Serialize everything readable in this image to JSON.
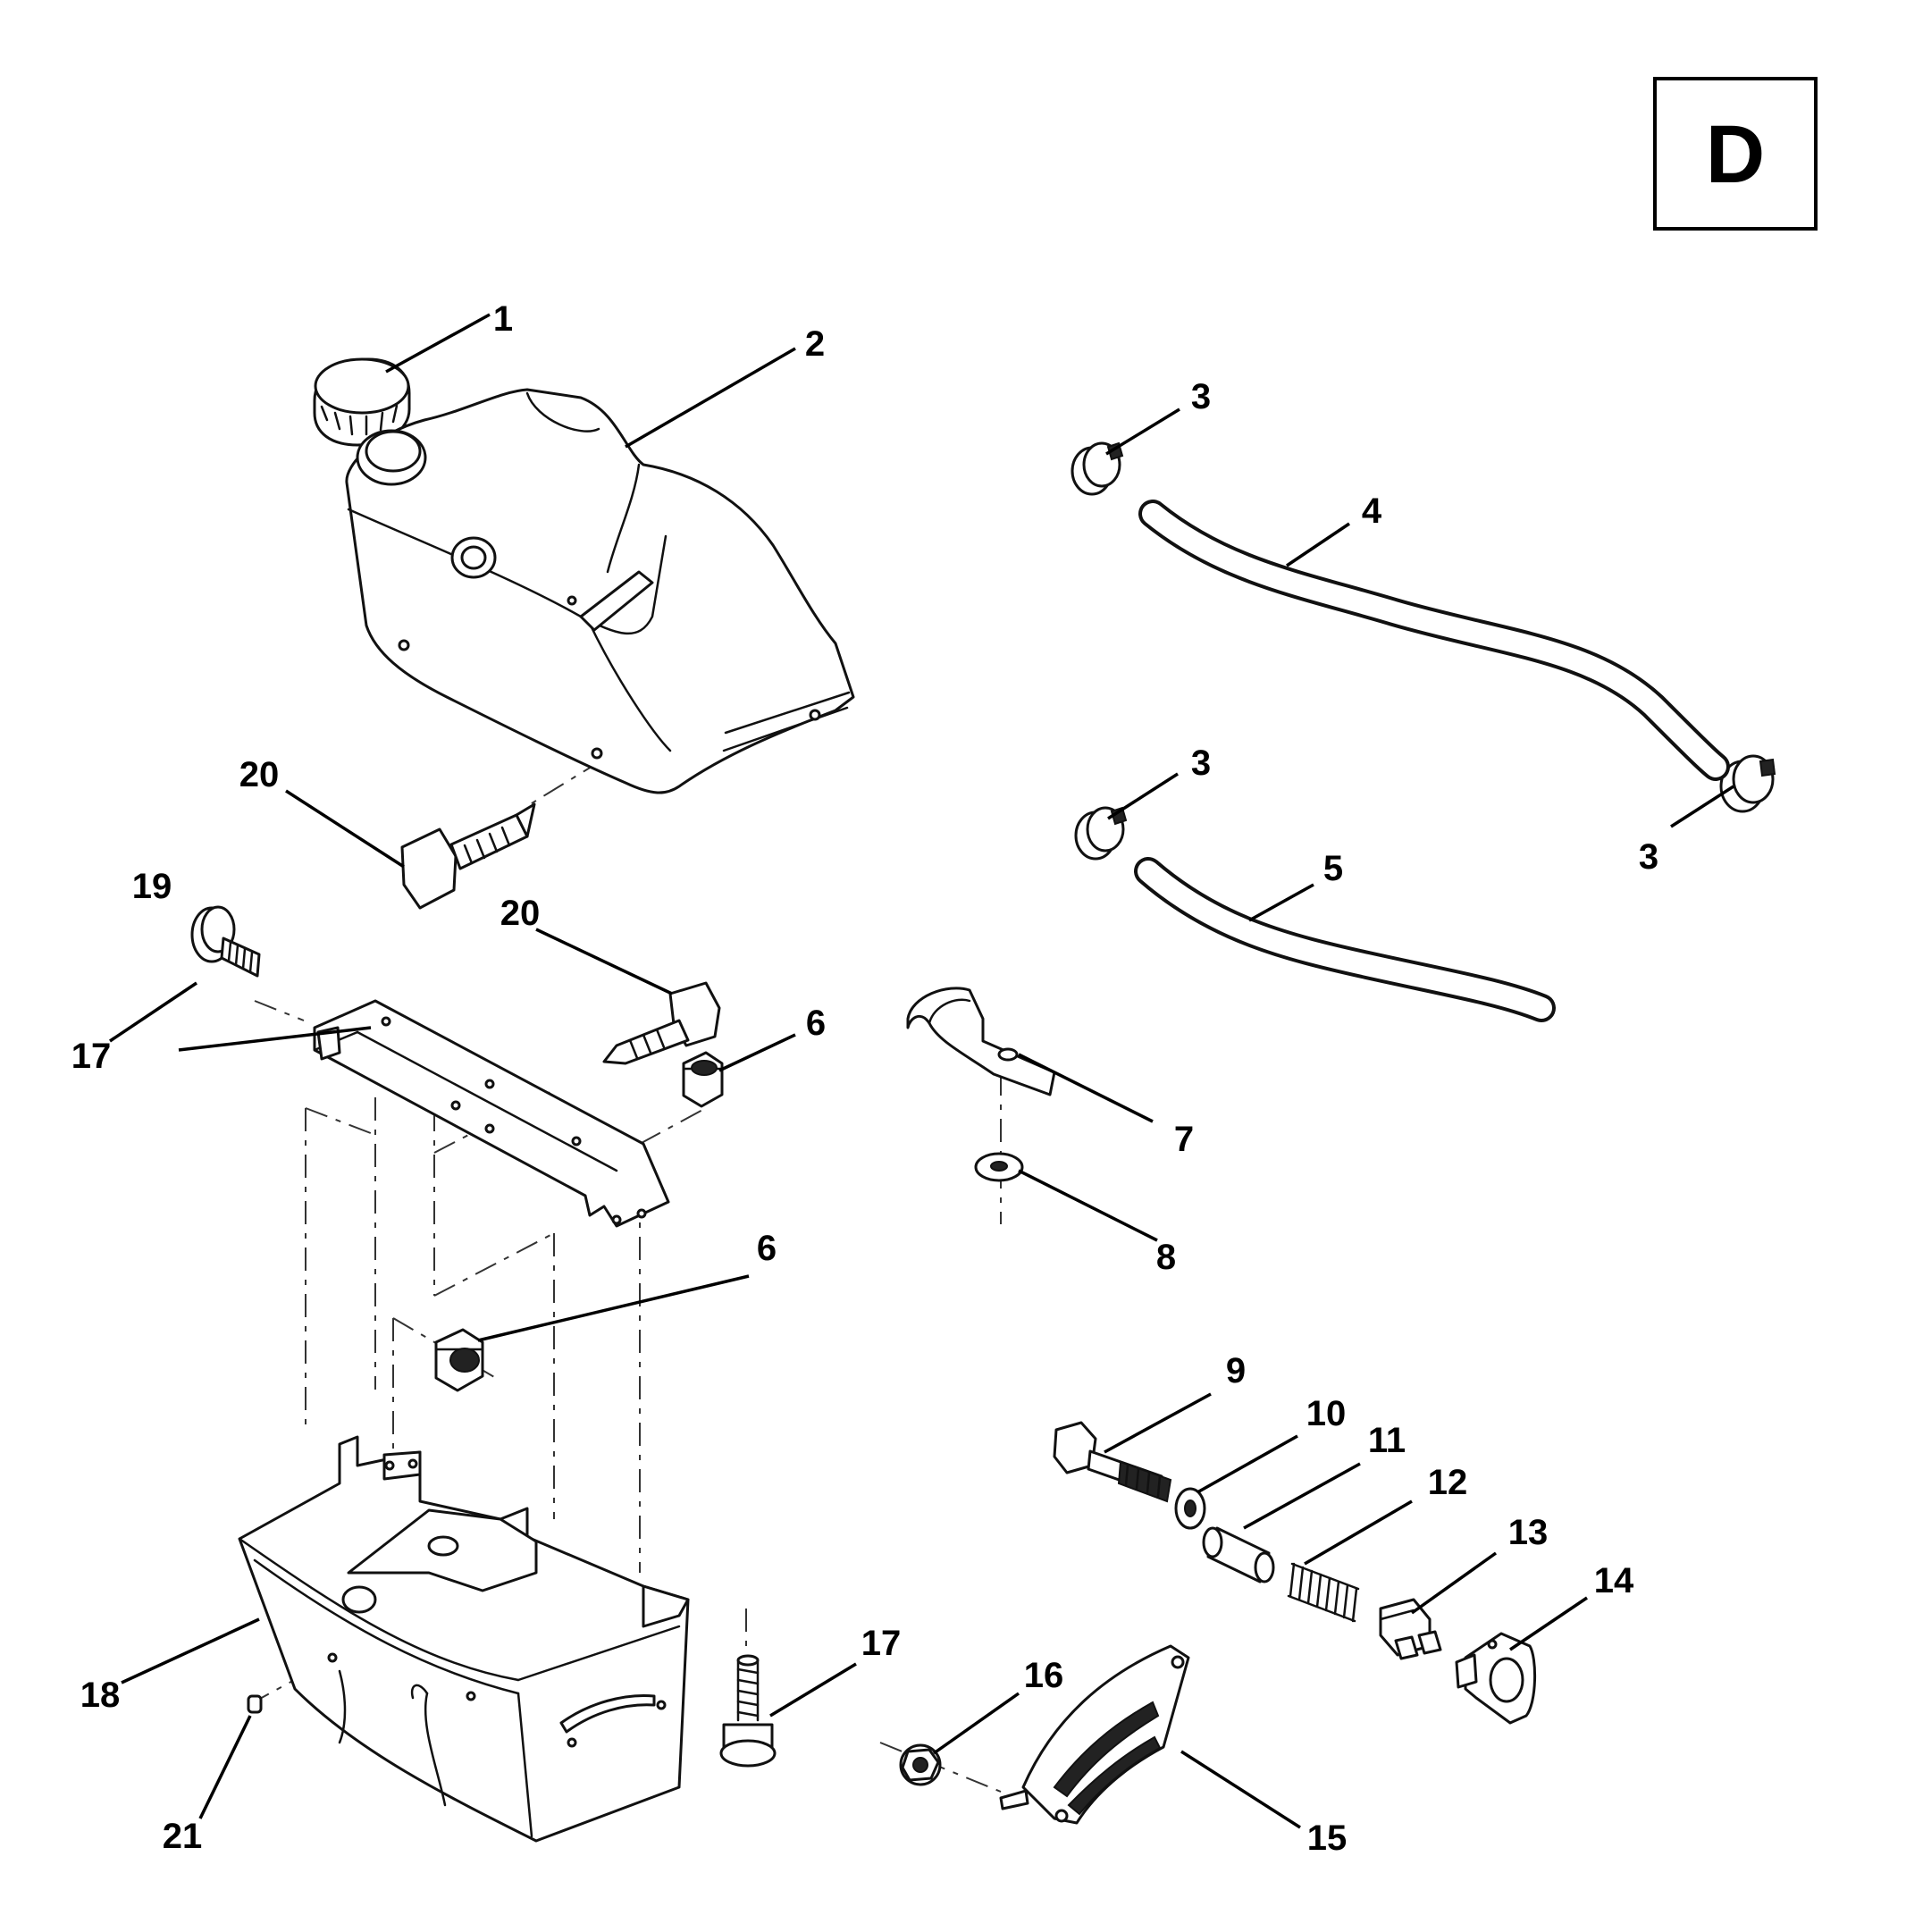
{
  "section": {
    "letter": "D"
  },
  "callouts": [
    {
      "id": "c1",
      "label": "1"
    },
    {
      "id": "c2",
      "label": "2"
    },
    {
      "id": "c3a",
      "label": "3"
    },
    {
      "id": "c3b",
      "label": "3"
    },
    {
      "id": "c3c",
      "label": "3"
    },
    {
      "id": "c4",
      "label": "4"
    },
    {
      "id": "c5",
      "label": "5"
    },
    {
      "id": "c6a",
      "label": "6"
    },
    {
      "id": "c6b",
      "label": "6"
    },
    {
      "id": "c7",
      "label": "7"
    },
    {
      "id": "c8",
      "label": "8"
    },
    {
      "id": "c9",
      "label": "9"
    },
    {
      "id": "c10",
      "label": "10"
    },
    {
      "id": "c11",
      "label": "11"
    },
    {
      "id": "c12",
      "label": "12"
    },
    {
      "id": "c13",
      "label": "13"
    },
    {
      "id": "c14",
      "label": "14"
    },
    {
      "id": "c15",
      "label": "15"
    },
    {
      "id": "c16",
      "label": "16"
    },
    {
      "id": "c17a",
      "label": "17"
    },
    {
      "id": "c17b",
      "label": "17"
    },
    {
      "id": "c18",
      "label": "18"
    },
    {
      "id": "c19",
      "label": "19"
    },
    {
      "id": "c20a",
      "label": "20"
    },
    {
      "id": "c20b",
      "label": "20"
    },
    {
      "id": "c21",
      "label": "21"
    }
  ]
}
